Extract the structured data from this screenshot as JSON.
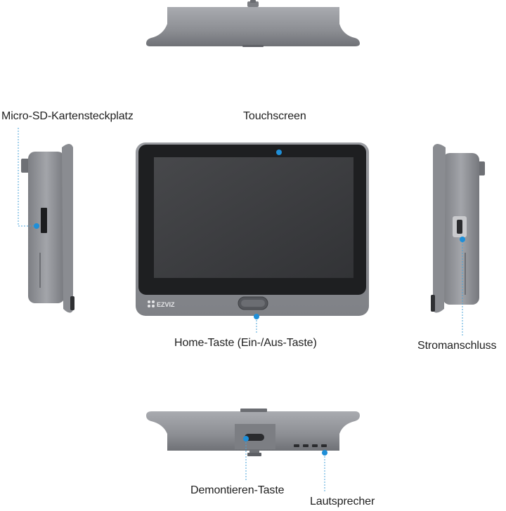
{
  "labels": {
    "sd_slot": "Micro-SD-Kartensteckplatz",
    "touchscreen": "Touchscreen",
    "home_button": "Home-Taste (Ein-/Aus-Taste)",
    "power_port": "Stromanschluss",
    "unmount_button": "Demontieren-Taste",
    "speaker": "Lautsprecher"
  },
  "brand": {
    "logo_text": "EZVIZ"
  },
  "colors": {
    "device_body": "#8e9095",
    "device_dark": "#5f6166",
    "screen": "#3b3c3e",
    "screen_bezel": "#1e1f21",
    "marker": "#1f8fd8",
    "leader_line": "#4aa3d9"
  },
  "icons": {
    "marker": "blue-dot-marker",
    "logo": "ezviz-logo-icon"
  }
}
